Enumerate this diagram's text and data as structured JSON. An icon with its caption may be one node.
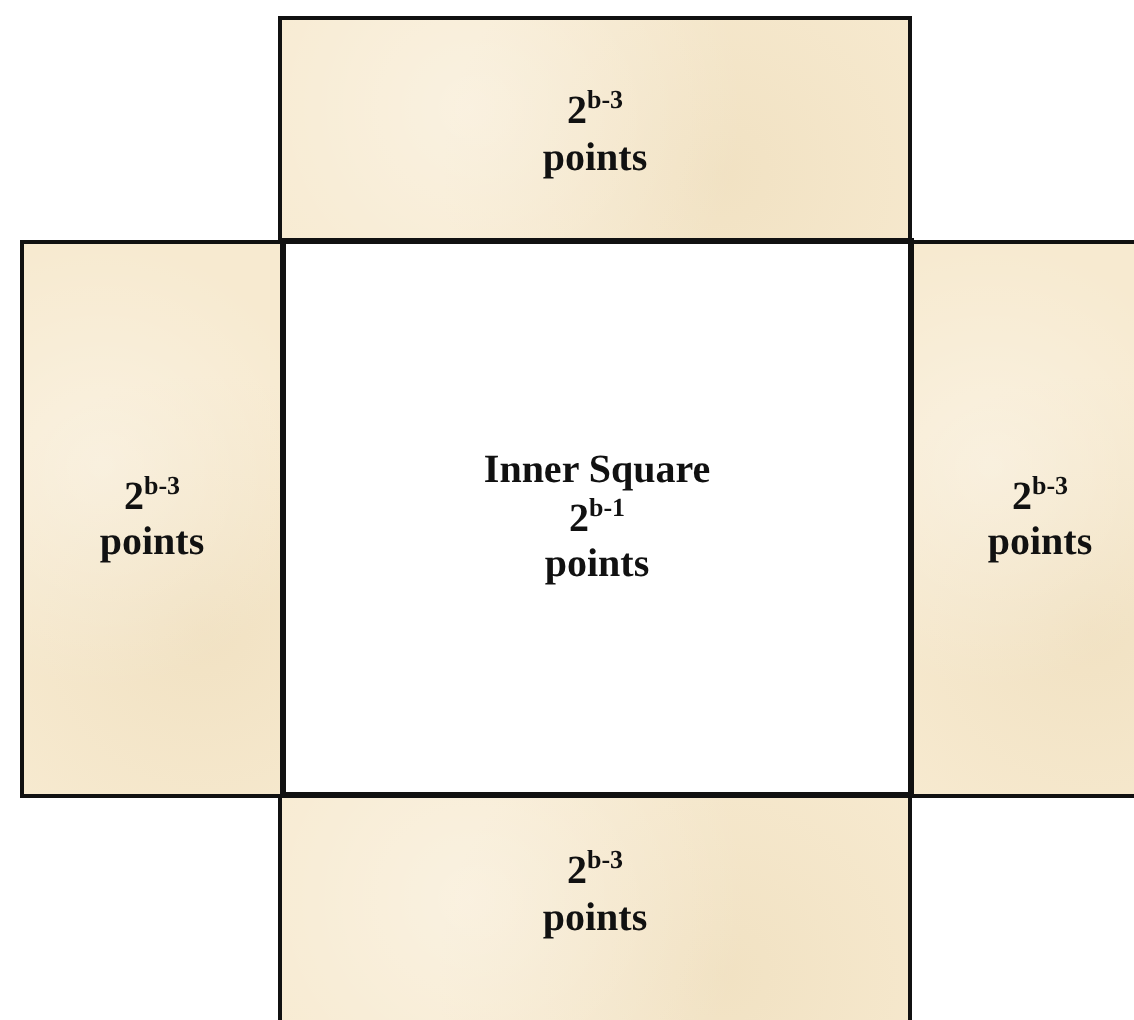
{
  "diagram": {
    "nodes": [
      {
        "text": [
          "2$^{b-3}$ points"
        ]
      },
      {
        "text": [
          "2$^{b-3}$ points"
        ]
      },
      {
        "text": [
          "Inner Square",
          "2$^{b-1}$ points"
        ]
      },
      {
        "text": [
          "2$^{b-3}$ points"
        ]
      },
      {
        "text": [
          "2$^{b-3}$ points"
        ]
      }
    ]
  }
}
